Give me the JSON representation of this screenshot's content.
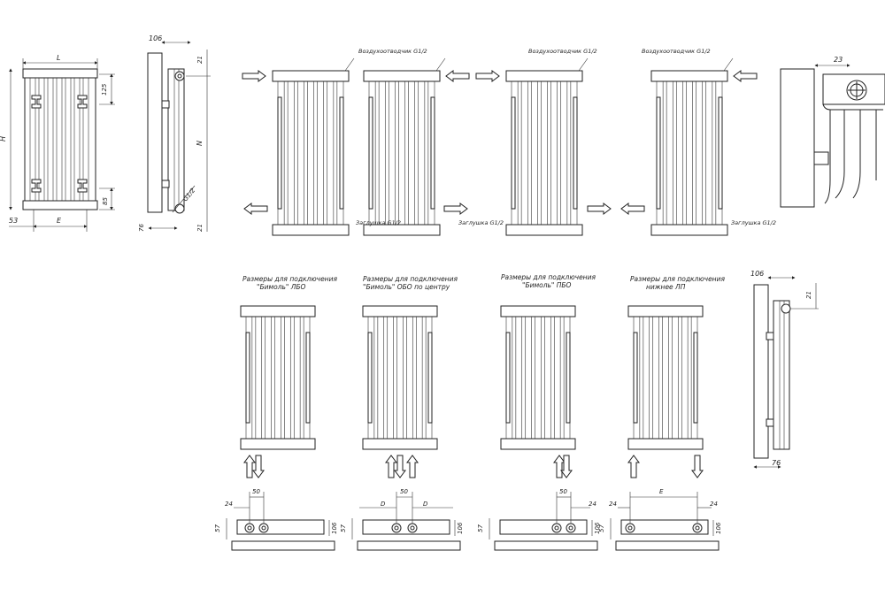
{
  "front_view": {
    "dim_width": "L",
    "dim_height": "H",
    "dim_offset": "53",
    "dim_axis": "E",
    "dim_top": "125",
    "dim_bottom": "85"
  },
  "side_view": {
    "dim_depth": "106",
    "dim_top": "21",
    "dim_axis": "N",
    "dim_bottom": "21",
    "dim_wall": "76",
    "thread": "G1/2"
  },
  "flow_schemes": {
    "air_vent": "Воздухоотводчик G1/2",
    "drain": "Заглушка G1/2"
  },
  "detail_view": {
    "dim": "23"
  },
  "bottom_schemes": [
    {
      "caption": "Размеры для подключения\n\"Бимоль\" ЛБО"
    },
    {
      "caption": "Размеры для подключения\n\"Бимоль\" ОБО по центру"
    },
    {
      "caption": "Размеры для подключения\n\"Бимоль\" ПБО"
    },
    {
      "caption": "Размеры для подключения\nнижнее ЛП"
    }
  ],
  "connection_dims": [
    {
      "left": "24",
      "spacing": "50",
      "height": "57",
      "depth": "106"
    },
    {
      "left": "D",
      "spacing": "50",
      "right": "D",
      "height": "57",
      "depth": "106"
    },
    {
      "spacing": "50",
      "right": "24",
      "height": "57",
      "depth": "106"
    },
    {
      "left": "24",
      "spacing": "E",
      "right": "24",
      "height": "57",
      "depth": "106"
    }
  ],
  "side_view_bottom": {
    "dim_depth": "106",
    "dim_top": "21",
    "dim_wall": "76"
  }
}
